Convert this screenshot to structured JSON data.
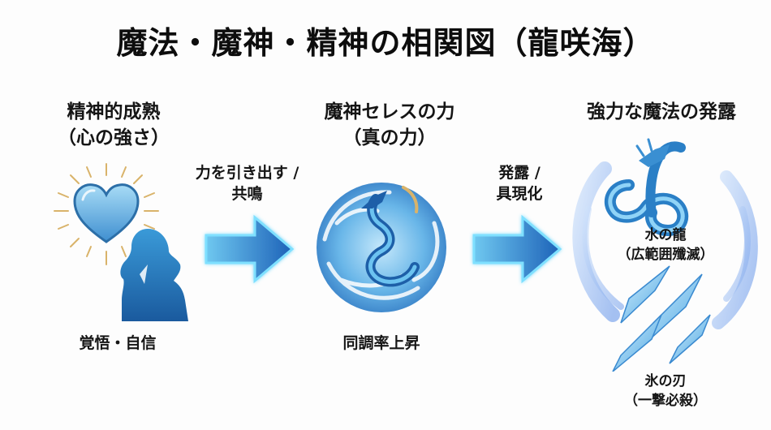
{
  "title": "魔法・魔神・精神の相関図（龍咲海）",
  "stages": [
    {
      "title_line1": "精神的成熟",
      "title_line2": "（心の強さ）",
      "icon": "heart-with-woman-silhouette-icon",
      "caption": "覚悟・自信"
    },
    {
      "title_line1": "魔神セレスの力",
      "title_line2": "（真の力）",
      "icon": "water-dragon-emblem-icon",
      "caption": "同調率上昇"
    },
    {
      "title_line1": "強力な魔法の発露",
      "icon": "water-dragon-and-ice-blades-icon",
      "outputs": [
        {
          "name": "水の龍",
          "detail": "（広範囲殲滅）"
        },
        {
          "name": "氷の刃",
          "detail": "（一撃必殺）"
        }
      ]
    }
  ],
  "arrows": [
    {
      "label_line1": "力を引き出す /",
      "label_line2": "共鳴"
    },
    {
      "label_line1": "発露 /",
      "label_line2": "具現化"
    }
  ],
  "colors": {
    "primary_blue": "#2f8fd8",
    "light_blue": "#7cc6f2",
    "dark_blue": "#1b5fa8",
    "gold": "#d9b36a",
    "text": "#151515"
  }
}
